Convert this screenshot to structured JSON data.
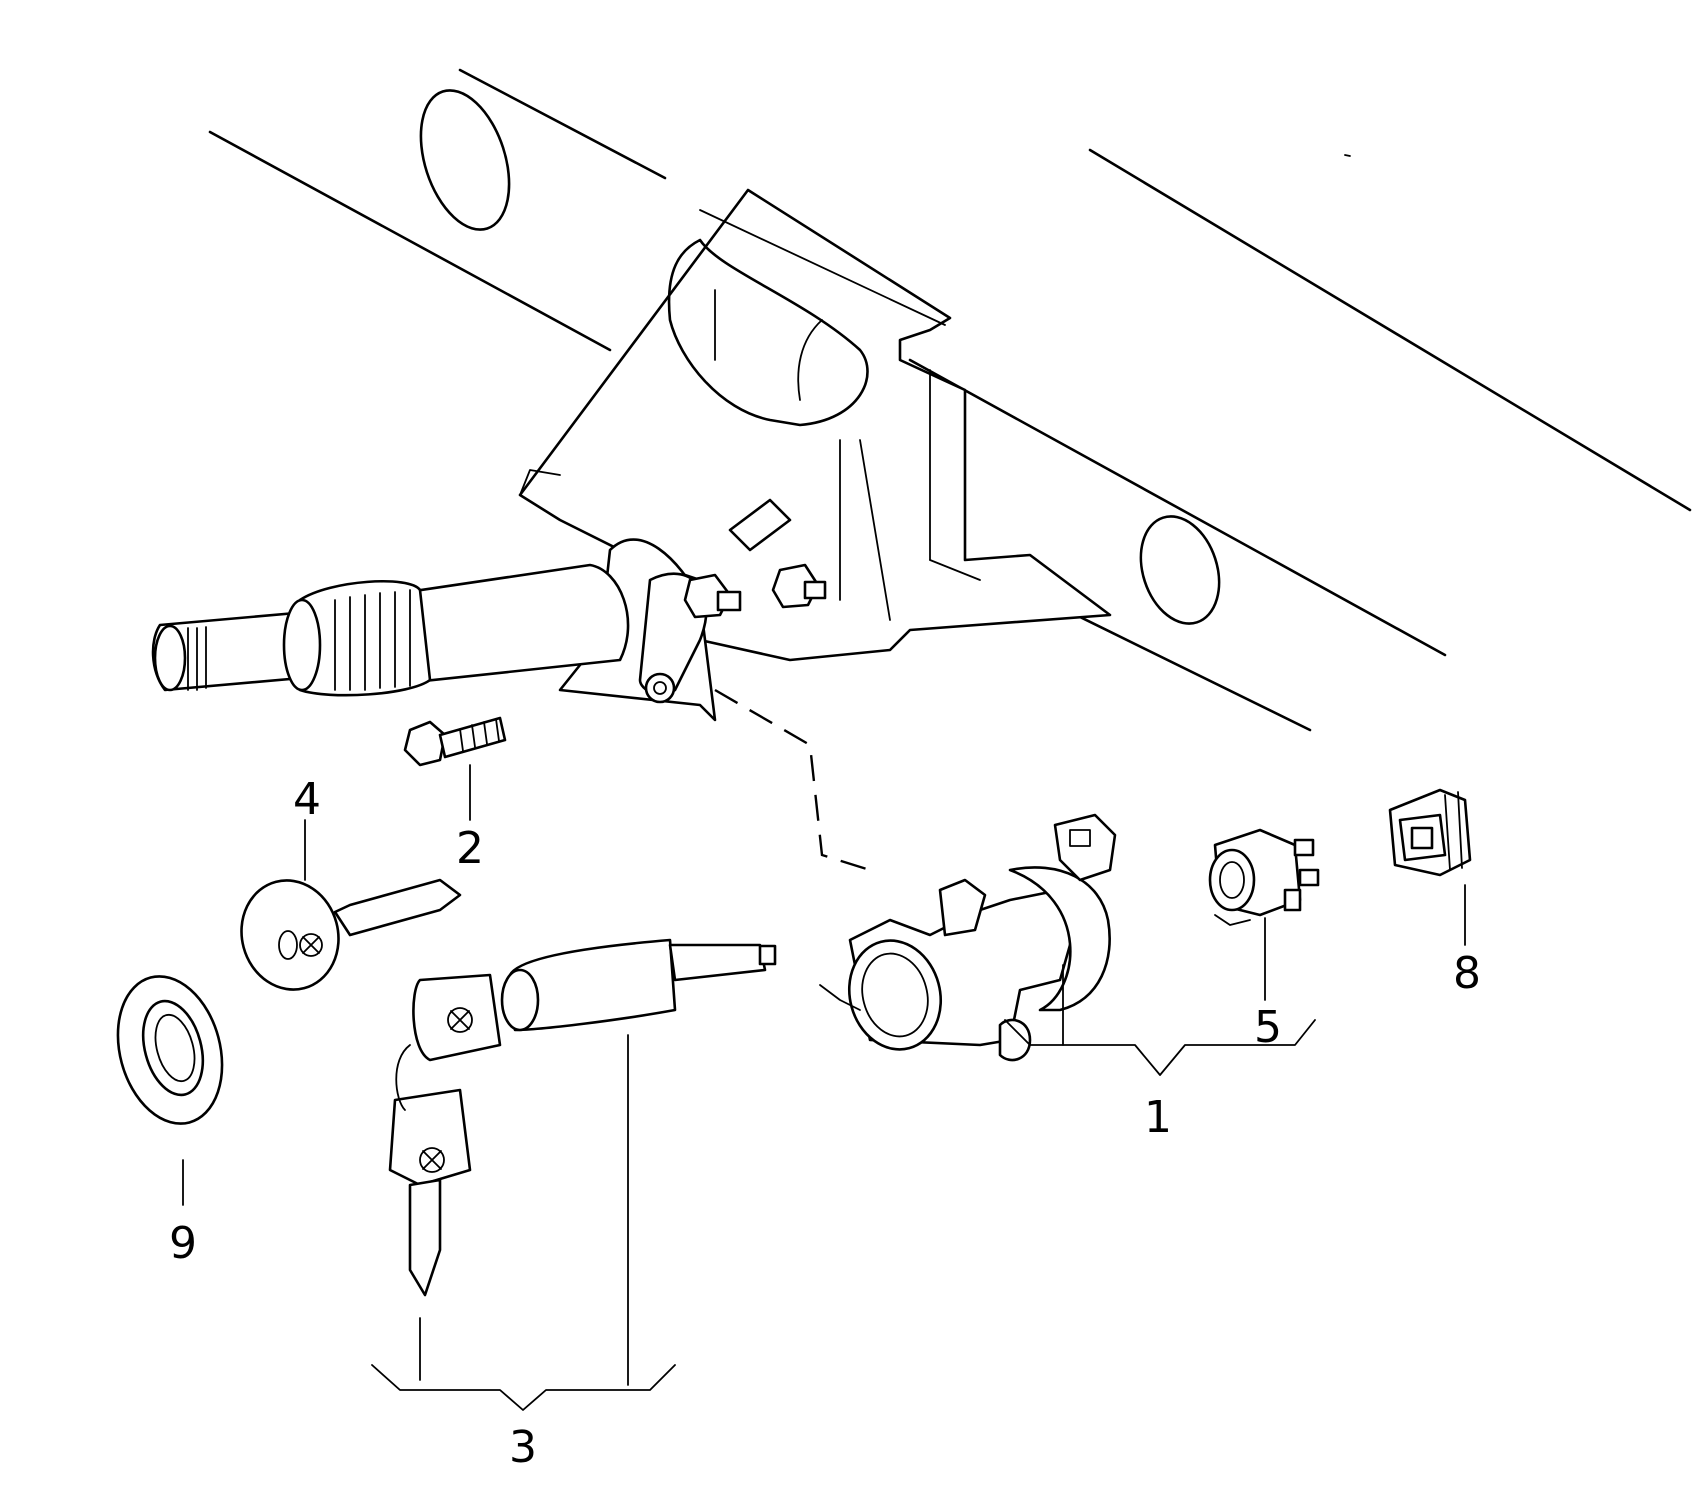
{
  "callouts": [
    {
      "id": "1",
      "label": "1"
    },
    {
      "id": "2",
      "label": "2"
    },
    {
      "id": "3",
      "label": "3"
    },
    {
      "id": "4",
      "label": "4"
    },
    {
      "id": "5",
      "label": "5"
    },
    {
      "id": "8",
      "label": "8"
    },
    {
      "id": "9",
      "label": "9"
    }
  ]
}
